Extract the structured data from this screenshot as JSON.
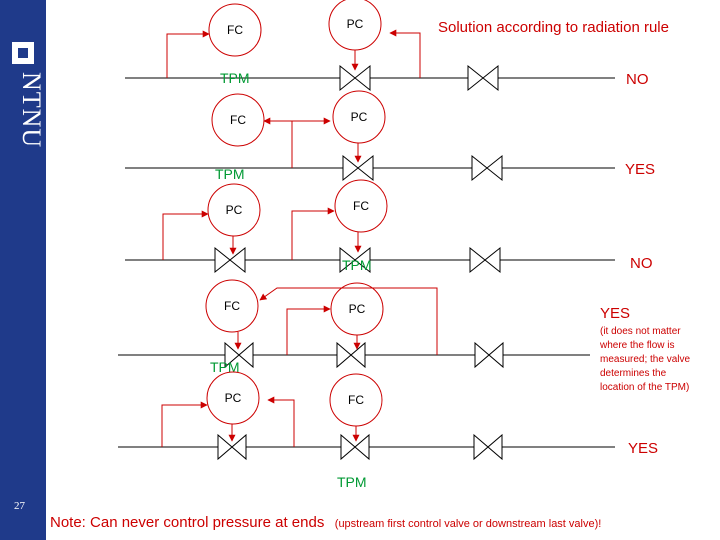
{
  "title": "Solution according to radiation rule",
  "logo_text": "NTNU",
  "page_number": "27",
  "controllers": {
    "fc": "FC",
    "pc": "PC"
  },
  "tpm_label": "TPM",
  "verdicts": {
    "no": "NO",
    "yes": "YES"
  },
  "note_explanation": [
    "(it does not matter",
    "where the flow is",
    "measured; the valve",
    "determines the",
    "location of the TPM)"
  ],
  "note_main": "Note: Can never control pressure at ends",
  "note_aside": "(upstream first control valve or downstream last valve)!",
  "colors": {
    "sidebar": "#1f3a8a",
    "accent_red": "#cc0000",
    "tpm_green": "#009933"
  }
}
